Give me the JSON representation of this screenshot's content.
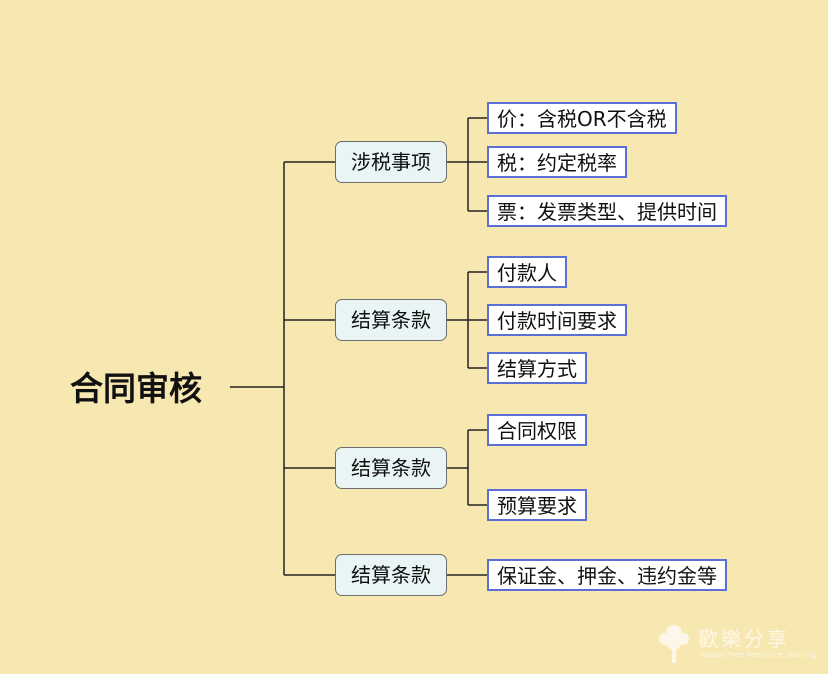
{
  "diagram": {
    "root": "合同审核",
    "branches": [
      {
        "label": "涉税事项",
        "leaves": [
          "价：含税OR不含税",
          "税：约定税率",
          "票：发票类型、提供时间"
        ]
      },
      {
        "label": "结算条款",
        "leaves": [
          "付款人",
          "付款时间要求",
          "结算方式"
        ]
      },
      {
        "label": "结算条款",
        "leaves": [
          "合同权限",
          "预算要求"
        ]
      },
      {
        "label": "结算条款",
        "leaves": [
          "保证金、押金、违约金等"
        ]
      }
    ]
  },
  "colors": {
    "background": "#f7e8b1",
    "branch_fill": "#e8f5f4",
    "leaf_border": "#5c6fd6",
    "connector": "#222222"
  },
  "watermark": {
    "title": "歡樂分享",
    "subtitle": "Happy Tree Resource Sharing"
  }
}
